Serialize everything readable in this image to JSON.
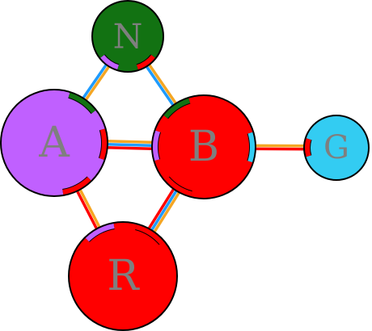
{
  "diagram": {
    "nodes": [
      {
        "id": "N",
        "label": "N",
        "fill": "#127212"
      },
      {
        "id": "A",
        "label": "A",
        "fill": "#c060ff"
      },
      {
        "id": "B",
        "label": "B",
        "fill": "#ff0000"
      },
      {
        "id": "G",
        "label": "G",
        "fill": "#33ccf2"
      },
      {
        "id": "R",
        "label": "R",
        "fill": "#ff0000"
      }
    ],
    "edges": [
      {
        "from": "N",
        "to": "A",
        "colors": [
          "#f5a623",
          "#1e9bff"
        ]
      },
      {
        "from": "N",
        "to": "B",
        "colors": [
          "#f5a623",
          "#1e9bff"
        ]
      },
      {
        "from": "A",
        "to": "B",
        "colors": [
          "#f5a623",
          "#1e9bff",
          "#ff0000"
        ]
      },
      {
        "from": "A",
        "to": "R",
        "colors": [
          "#f5a623",
          "#ff0000"
        ]
      },
      {
        "from": "B",
        "to": "R",
        "colors": [
          "#f5a623",
          "#1e9bff",
          "#ff0000"
        ]
      },
      {
        "from": "B",
        "to": "G",
        "colors": [
          "#f5a623",
          "#ff0000"
        ]
      }
    ],
    "ports": [
      {
        "node": "N",
        "toward": "A",
        "color": "#c060ff"
      },
      {
        "node": "N",
        "toward": "B",
        "color": "#ff0000"
      },
      {
        "node": "A",
        "toward": "N",
        "color": "#127212"
      },
      {
        "node": "A",
        "toward": "B",
        "color": "#ff0000"
      },
      {
        "node": "A",
        "toward": "R",
        "color": "#ff0000"
      },
      {
        "node": "B",
        "toward": "N",
        "color": "#127212"
      },
      {
        "node": "B",
        "toward": "A",
        "color": "#c060ff"
      },
      {
        "node": "B",
        "toward": "G",
        "color": "#33ccf2"
      },
      {
        "node": "B",
        "toward": "R",
        "color": "#ff0000"
      },
      {
        "node": "G",
        "toward": "B",
        "color": "#ff0000"
      },
      {
        "node": "R",
        "toward": "A",
        "color": "#c060ff"
      },
      {
        "node": "R",
        "toward": "B",
        "color": "#ff0000"
      }
    ]
  }
}
